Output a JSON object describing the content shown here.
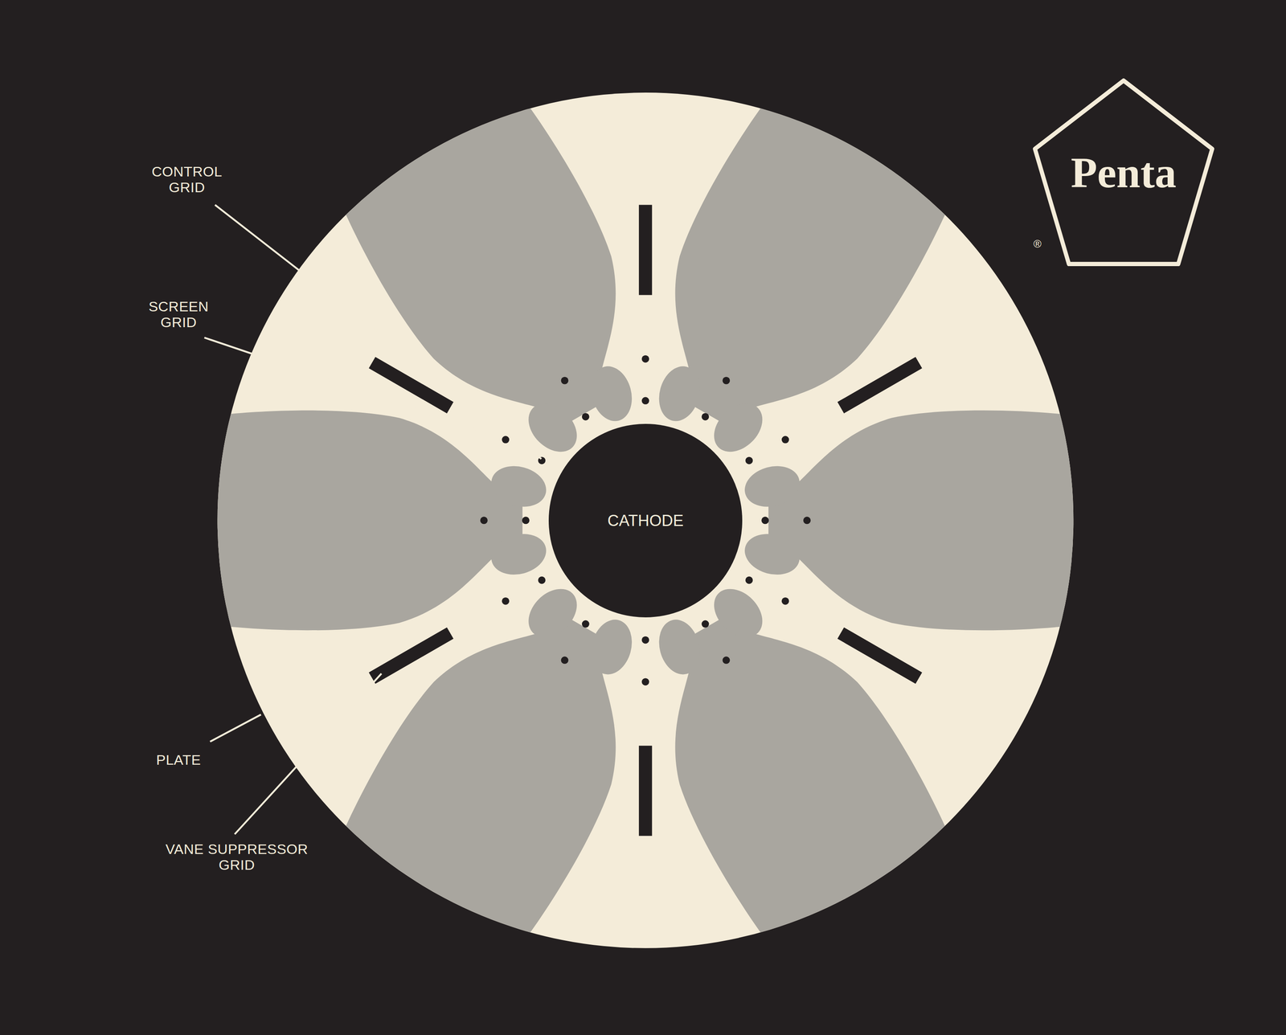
{
  "diagram": {
    "nodes": [
      {
        "text": [
          "CATHODE"
        ]
      },
      {
        "text": [
          "Penta"
        ]
      }
    ],
    "labels": [
      "CONTROL GRID",
      "SCREEN GRID",
      "PLATE",
      "VANE SUPPRESSOR GRID",
      "®"
    ]
  }
}
